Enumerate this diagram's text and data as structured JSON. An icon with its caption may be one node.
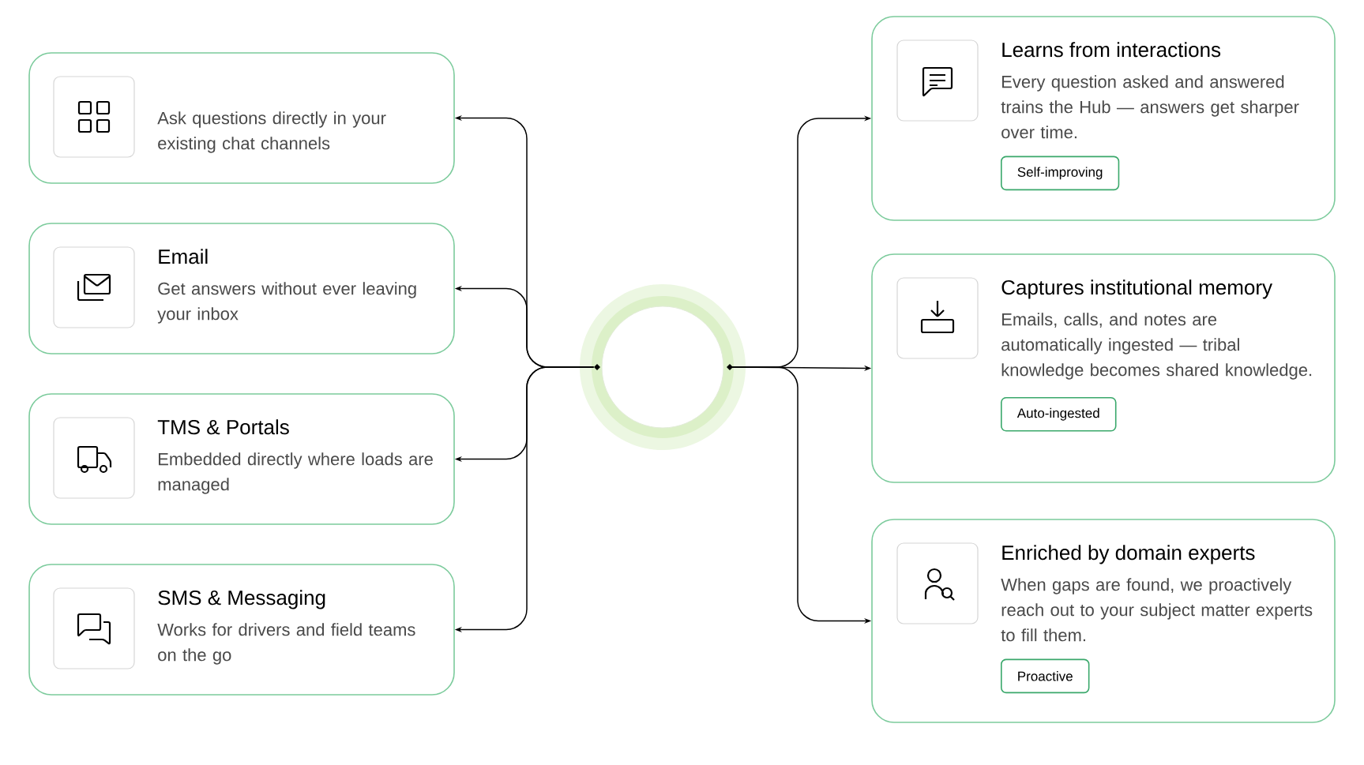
{
  "diagram": {
    "nodes": [
      {
        "text": [
          "Ask questions directly in your existing chat channels"
        ]
      },
      {
        "text": [
          "Email",
          "Get answers without ever leaving your inbox"
        ]
      },
      {
        "text": [
          "TMS & Portals",
          "Embedded directly where loads are managed"
        ]
      },
      {
        "text": [
          "SMS & Messaging",
          "Works for drivers and field teams on the go"
        ]
      },
      {
        "text": [],
        "shape": "circle"
      },
      {
        "text": [
          "Learns from interactions",
          "Every question asked and answered trains the Hub — answers get sharper over time."
        ]
      },
      {
        "text": [
          "Self-improving"
        ],
        "in": 5
      },
      {
        "text": [
          "Captures institutional memory",
          "Emails, calls, and notes are automatically ingested — tribal knowledge becomes shared knowledge."
        ]
      },
      {
        "text": [
          "Auto-ingested"
        ],
        "in": 7
      },
      {
        "text": [
          "Enriched by domain experts",
          "When gaps are found, we proactively reach out to your subject matter experts to fill them."
        ]
      },
      {
        "text": [
          "Proactive"
        ],
        "in": 9
      }
    ],
    "edges": [
      {
        "from": 4,
        "to": 0,
        "arrow": "to"
      },
      {
        "from": 4,
        "to": 1,
        "arrow": "to"
      },
      {
        "from": 4,
        "to": 2,
        "arrow": "to"
      },
      {
        "from": 4,
        "to": 3,
        "arrow": "to"
      },
      {
        "from": 4,
        "to": 5,
        "arrow": "to"
      },
      {
        "from": 4,
        "to": 7,
        "arrow": "to"
      },
      {
        "from": 4,
        "to": 9,
        "arrow": "to"
      }
    ]
  }
}
